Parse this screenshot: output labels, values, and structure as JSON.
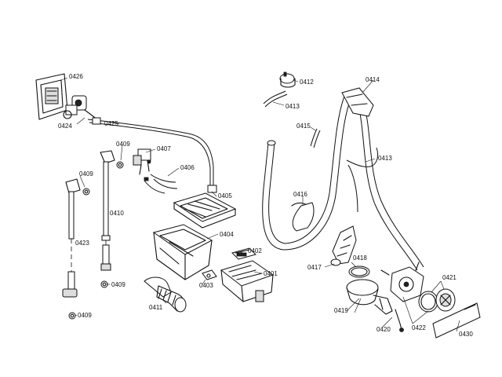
{
  "diagram": {
    "part_labels": [
      "0426",
      "0424",
      "0425",
      "0409",
      "0407",
      "0406",
      "0405",
      "0409",
      "0410",
      "0404",
      "0423",
      "0402",
      "0401",
      "0409",
      "0403",
      "0411",
      "0409",
      "0412",
      "0413",
      "0414",
      "0415",
      "0413",
      "0416",
      "0417",
      "0418",
      "0421",
      "0419",
      "0420",
      "0422",
      "0430"
    ]
  }
}
